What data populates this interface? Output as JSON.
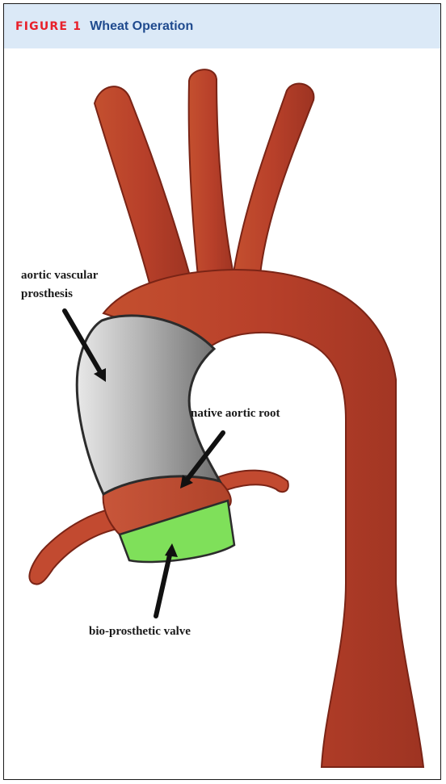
{
  "figure": {
    "label": "FIGURE 1",
    "title": "Wheat Operation"
  },
  "labels": {
    "prosthesis_line1": "aortic vascular",
    "prosthesis_line2": "prosthesis",
    "native_root": "native aortic root",
    "valve": "bio-prosthetic valve"
  },
  "colors": {
    "header_bg": "#dbe9f7",
    "figure_label": "#e8202a",
    "title": "#1f4a8e",
    "aorta": "#b8402a",
    "prosthesis": "#a6a6a6",
    "valve": "#7fe05a"
  }
}
